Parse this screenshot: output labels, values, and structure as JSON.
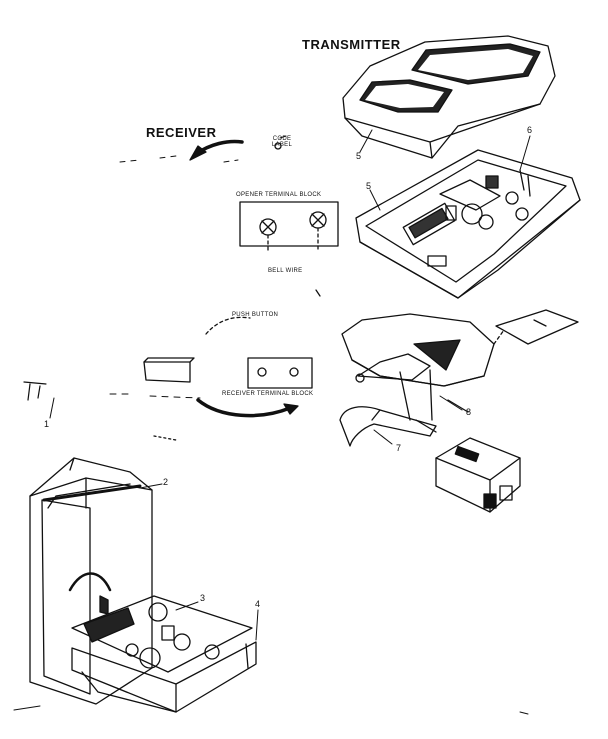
{
  "titles": {
    "transmitter": "TRANSMITTER",
    "receiver": "RECEIVER"
  },
  "labels": {
    "code_label": "CODE LABEL",
    "opener_terminal_block": "OPENER TERMINAL BLOCK",
    "bell_wire": "BELL WIRE",
    "push_button": "PUSH BUTTON",
    "receiver_terminal_block": "RECEIVER TERMINAL BLOCK"
  },
  "callouts": {
    "c1": "1",
    "c2": "2",
    "c3": "3",
    "c4": "4",
    "c5_top": "5",
    "c5_mid": "5",
    "c6": "6",
    "c7": "7",
    "c8": "8"
  },
  "colors": {
    "line": "#111111",
    "background": "#ffffff"
  }
}
